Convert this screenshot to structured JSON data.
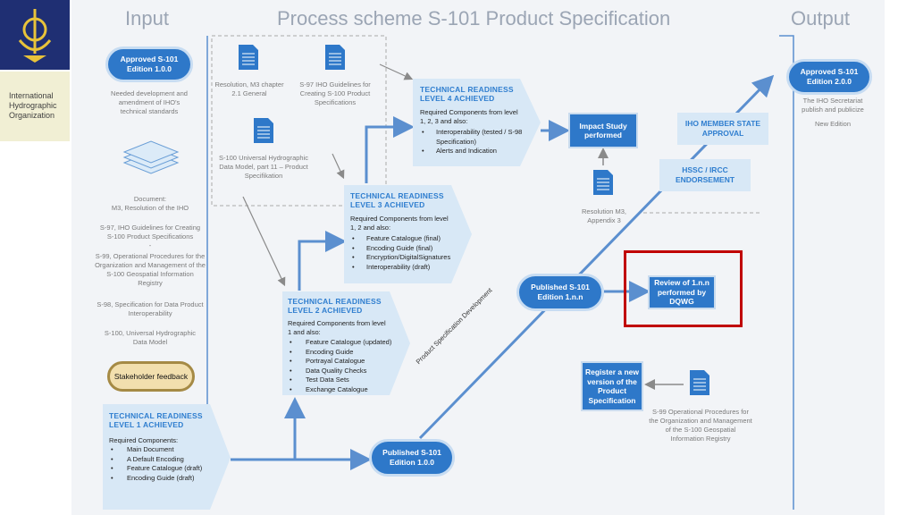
{
  "org": {
    "name": "International Hydrographic Organization"
  },
  "headers": {
    "input": "Input",
    "process": "Process scheme S-101 Product Specification",
    "output": "Output"
  },
  "input": {
    "approved": "Approved S-101 Edition 1.0.0",
    "needed_dev": "Needed development and amendment of IHO's technical standards",
    "document": "Document:",
    "doc_items": [
      "M3, Resolution of the IHO",
      "S-97, IHO Guidelines for Creating S-100 Product Specifications",
      "-",
      "S-99, Operational Procedures for the Organization and Management of the S-100 Geospatial Information Registry",
      "S-98, Specification for Data Product Interoperability",
      "S-100, Universal Hydrographic Data Model"
    ],
    "stakeholder": "Stakeholder feedback"
  },
  "refs": {
    "m3": "Resolution, M3 chapter 2.1 General",
    "s97": "S-97 IHO Guidelines for Creating S-100 Product Specifications",
    "s100": "S-100 Universal Hydrographic Data Model, part 11 – Product Specifikation"
  },
  "levels": {
    "l1": {
      "title": "TECHNICAL READINESS LEVEL 1 ACHIEVED",
      "sub": "Required Components:",
      "items": [
        "Main Document",
        "A Default Encoding",
        "Feature Catalogue (draft)",
        "Encoding Guide (draft)"
      ]
    },
    "l2": {
      "title": "TECHNICAL READINESS LEVEL 2 ACHIEVED",
      "sub": "Required Components from level 1 and also:",
      "items": [
        "Feature Catalogue (updated)",
        "Encoding Guide",
        "Portrayal Catalogue",
        "Data Quality Checks",
        "Test Data Sets",
        "Exchange Catalogue"
      ]
    },
    "l3": {
      "title": "TECHNICAL READINESS LEVEL 3 ACHIEVED",
      "sub": "Required Components from level 1, 2 and also:",
      "items": [
        "Feature Catalogue (final)",
        "Encoding Guide (final)",
        "Encryption/DigitalSignatures",
        "Interoperability (draft)"
      ]
    },
    "l4": {
      "title": "TECHNICAL READINESS LEVEL 4 ACHIEVED",
      "sub": "Required Components from level 1, 2, 3 and also:",
      "items": [
        "Interoperability (tested / S-98 Specification)",
        "Alerts and Indication"
      ]
    }
  },
  "process": {
    "impact": "Impact Study performed",
    "res_m3": "Resolution M3, Appendix 3",
    "published_100": "Published S-101 Edition 1.0.0",
    "published_1nn": "Published S-101 Edition 1.n.n",
    "psd": "Product Specification Development",
    "review": "Review of 1.n.n performed by DQWG",
    "register": "Register a new version of the Product Specification",
    "s99": "S-99 Operational Procedures for the Organization and Management of the S-100 Geospatial Information Registry",
    "member_state": "IHO MEMBER STATE APPROVAL",
    "hssc": "HSSC / IRCC ENDORSEMENT"
  },
  "output": {
    "approved": "Approved S-101 Edition 2.0.0",
    "secretariat": "The IHO Secretariat publish and publicize",
    "new_edition": "New Edition"
  },
  "colors": {
    "accent": "#2e78c9",
    "header": "#9ba5b4",
    "highlight": "#c00000",
    "panel": "#f2f4f7"
  }
}
